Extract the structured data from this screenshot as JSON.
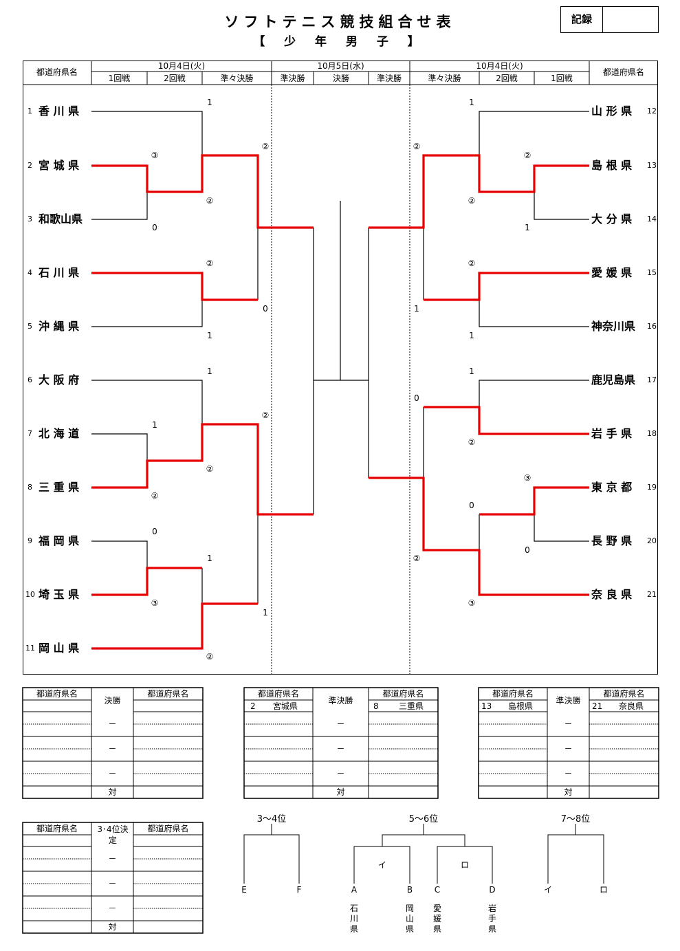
{
  "title": "ソフトテニス競技組合せ表",
  "subtitle": "【 少 年 男 子 】",
  "record_label": "記録",
  "header": {
    "pref_label": "都道府県名",
    "date_left": "10月4日(火)",
    "date_center": "10月5日(水)",
    "date_right": "10月4日(火)",
    "rounds_left": [
      "1回戦",
      "2回戦",
      "準々決勝"
    ],
    "rounds_center": [
      "準決勝",
      "決勝",
      "準決勝"
    ],
    "rounds_right": [
      "準々決勝",
      "2回戦",
      "1回戦"
    ]
  },
  "left_teams": [
    {
      "num": "1",
      "name": "香 川 県"
    },
    {
      "num": "2",
      "name": "宮 城 県"
    },
    {
      "num": "3",
      "name": "和歌山県"
    },
    {
      "num": "4",
      "name": "石 川 県"
    },
    {
      "num": "5",
      "name": "沖 縄 県"
    },
    {
      "num": "6",
      "name": "大 阪 府"
    },
    {
      "num": "7",
      "name": "北 海 道"
    },
    {
      "num": "8",
      "name": "三 重 県"
    },
    {
      "num": "9",
      "name": "福 岡 県"
    },
    {
      "num": "10",
      "name": "埼 玉 県"
    },
    {
      "num": "11",
      "name": "岡 山 県"
    }
  ],
  "right_teams": [
    {
      "num": "12",
      "name": "山 形 県"
    },
    {
      "num": "13",
      "name": "島 根 県"
    },
    {
      "num": "14",
      "name": "大 分 県"
    },
    {
      "num": "15",
      "name": "愛 媛 県"
    },
    {
      "num": "16",
      "name": "神奈川県"
    },
    {
      "num": "17",
      "name": "鹿児島県"
    },
    {
      "num": "18",
      "name": "岩 手 県"
    },
    {
      "num": "19",
      "name": "東 京 都"
    },
    {
      "num": "20",
      "name": "長 野 県"
    },
    {
      "num": "21",
      "name": "奈 良 県"
    }
  ],
  "scores": {
    "l_r1_2": "③",
    "l_r1_3": "0",
    "l_r2_1": "1",
    "l_r2_23": "②",
    "l_r2_4": "②",
    "l_r2_5": "1",
    "l_qf_a_top": "②",
    "l_qf_a_bot": "0",
    "l_r2_6": "1",
    "l_r1_7": "1",
    "l_r1_8": "②",
    "l_r2_78": "②",
    "l_r1_9": "0",
    "l_r1_10": "③",
    "l_r2_910": "1",
    "l_r2_11": "②",
    "l_qf_b_top": "②",
    "l_qf_b_bot": "1",
    "r_r2_12": "1",
    "r_r1_13": "②",
    "r_r1_14": "1",
    "r_r2_1314": "②",
    "r_r2_15": "②",
    "r_r2_16": "1",
    "r_qf_a_top": "②",
    "r_qf_a_bot": "1",
    "r_r2_17": "1",
    "r_r2_18": "②",
    "r_r1_19": "③",
    "r_r1_20": "0",
    "r_r2_1920": "0",
    "r_r2_21": "③",
    "r_qf_b_top": "0",
    "r_qf_b_bot": "②"
  },
  "result_tables": {
    "final": {
      "left_head": "都道府県名",
      "center_head": "決勝",
      "right_head": "都道府県名",
      "left_team": "",
      "right_team": "",
      "dashes": [
        "－",
        "－",
        "－"
      ],
      "vs": "対"
    },
    "semi1": {
      "left_head": "都道府県名",
      "center_head": "準決勝",
      "right_head": "都道府県名",
      "left_num": "2",
      "left_team": "宮城県",
      "right_num": "8",
      "right_team": "三重県",
      "dashes": [
        "－",
        "－",
        "－"
      ],
      "vs": "対"
    },
    "semi2": {
      "left_head": "都道府県名",
      "center_head": "準決勝",
      "right_head": "都道府県名",
      "left_num": "13",
      "left_team": "島根県",
      "right_num": "21",
      "right_team": "奈良県",
      "dashes": [
        "－",
        "－",
        "－"
      ],
      "vs": "対"
    },
    "third": {
      "left_head": "都道府県名",
      "center_head": "3･4位決定",
      "right_head": "都道府県名",
      "dashes": [
        "－",
        "－",
        "－"
      ],
      "vs": "対"
    }
  },
  "placement": {
    "p34": {
      "label": "3～4位",
      "left": "E",
      "right": "F"
    },
    "p56": {
      "label": "5～6位",
      "sub_left": "イ",
      "sub_right": "ロ",
      "a": "A",
      "b": "B",
      "c": "C",
      "d": "D",
      "a_team": "石川県",
      "b_team": "岡山県",
      "c_team": "愛媛県",
      "d_team": "岩手県"
    },
    "p78": {
      "label": "7～8位",
      "left": "イ",
      "right": "ロ"
    }
  },
  "colors": {
    "winner_line": "#e60000",
    "line": "#000000"
  }
}
